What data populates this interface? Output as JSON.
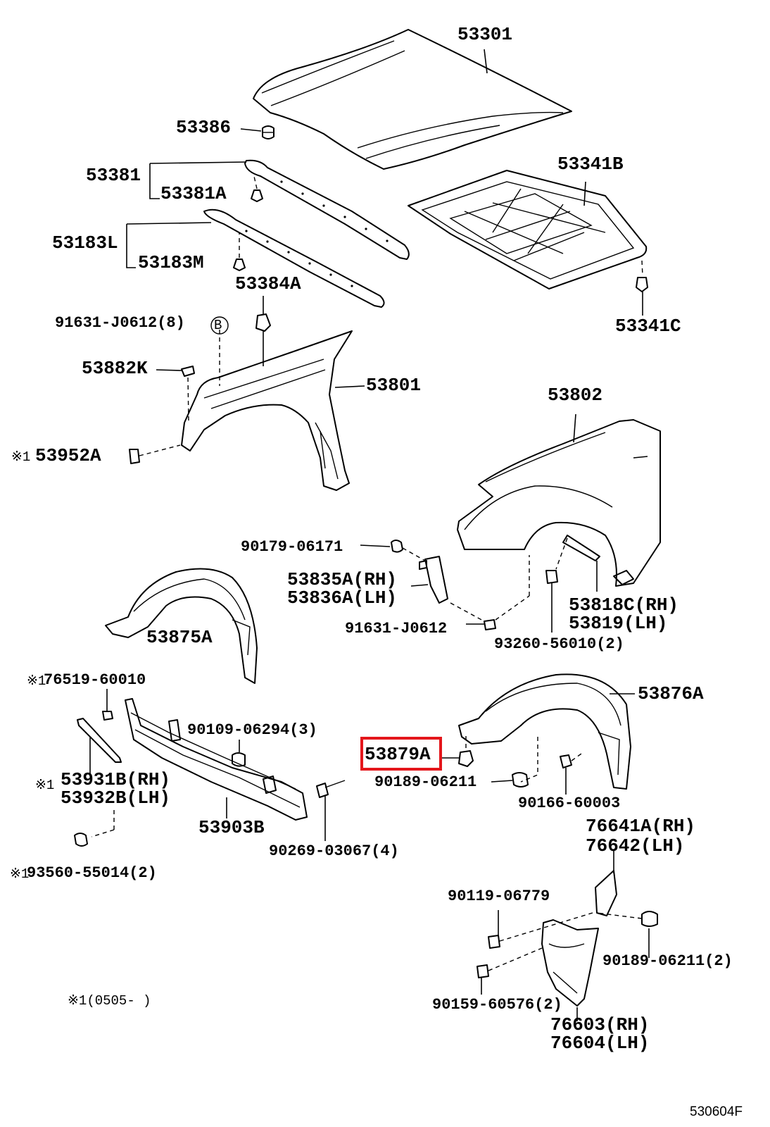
{
  "labels": {
    "hood": "53301",
    "cushion": "53386",
    "seal_group": "53381",
    "seal_clip": "53381A",
    "seal_lh": "53183L",
    "seal_clip_m": "53183M",
    "clip_384": "53384A",
    "insulator": "53341B",
    "insulator_clip": "53341C",
    "bolt_fender": "91631-J0612(8)",
    "ref_b": "B",
    "clip_882": "53882K",
    "fender_rh": "53801",
    "fender_lh": "53802",
    "clip_952": "53952A",
    "mark_952": "※1",
    "nut_171": "90179-06171",
    "brk_rh": "53835A(RH)",
    "brk_lh": "53836A(LH)",
    "bolt_612": "91631-J0612",
    "liner_rh": "53875A",
    "liner_lh": "53876A",
    "brace_rh": "53818C(RH)",
    "brace_lh": "53819(LH)",
    "bolt_260": "93260-56010(2)",
    "clip_519": "76519-60010",
    "mark_519": "※1",
    "bolt_109": "90109-06294(3)",
    "highlighted_part": "53879A",
    "clip_189": "90189-06211",
    "clip_166": "90166-60003",
    "mold_rh": "53931B(RH)",
    "mold_lh": "53932B(LH)",
    "mark_mold": "※1",
    "absorber": "53903B",
    "clip_269": "90269-03067(4)",
    "screw_560": "93560-55014(2)",
    "mark_560": "※1",
    "mud_brk_rh": "76641A(RH)",
    "mud_brk_lh": "76642(LH)",
    "bolt_779": "90119-06779",
    "clip_189b": "90189-06211(2)",
    "bolt_576": "90159-60576(2)",
    "mud_rh": "76603(RH)",
    "mud_lh": "76604(LH)",
    "footnote": "※1(0505-        )",
    "diagram_id": "530604F"
  },
  "highlight_color": "#e4161b"
}
